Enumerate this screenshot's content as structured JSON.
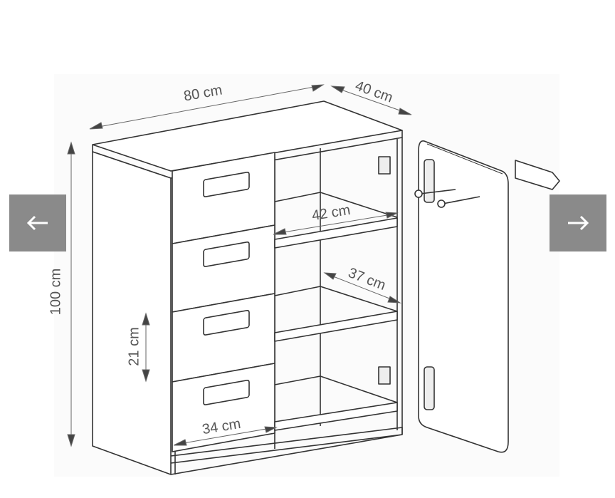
{
  "viewer": {
    "prev_icon": "arrow-left-icon",
    "next_icon": "arrow-right-icon",
    "button_color": "#8a8a8a"
  },
  "image": {
    "dimensions": {
      "width": "80 cm",
      "depth": "40 cm",
      "height": "100 cm",
      "drawer_height": "21 cm",
      "drawer_width": "34 cm",
      "shelf_width": "42 cm",
      "shelf_depth": "37 cm"
    }
  }
}
